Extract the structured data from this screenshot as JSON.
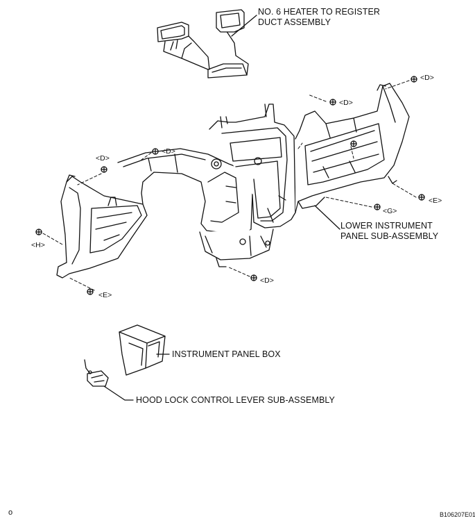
{
  "labels": {
    "heater_duct_line1": "NO. 6 HEATER TO REGISTER",
    "heater_duct_line2": "DUCT ASSEMBLY",
    "lower_panel_line1": "LOWER INSTRUMENT",
    "lower_panel_line2": "PANEL SUB-ASSEMBLY",
    "panel_box": "INSTRUMENT PANEL BOX",
    "hood_lever": "HOOD LOCK CONTROL LEVER SUB-ASSEMBLY"
  },
  "fastener_tags": {
    "d_top_right": "<D>",
    "d_upper_mid": "<D>",
    "d_left_upper": "<D>",
    "d_left_lower": "<D>",
    "d_bottom": "<D>",
    "e_right": "<E>",
    "e_bottom_left": "<E>",
    "g_right": "<G>",
    "h_left": "<H>"
  },
  "corner": {
    "left_mark": "o",
    "figure_code": "B106207E01"
  }
}
